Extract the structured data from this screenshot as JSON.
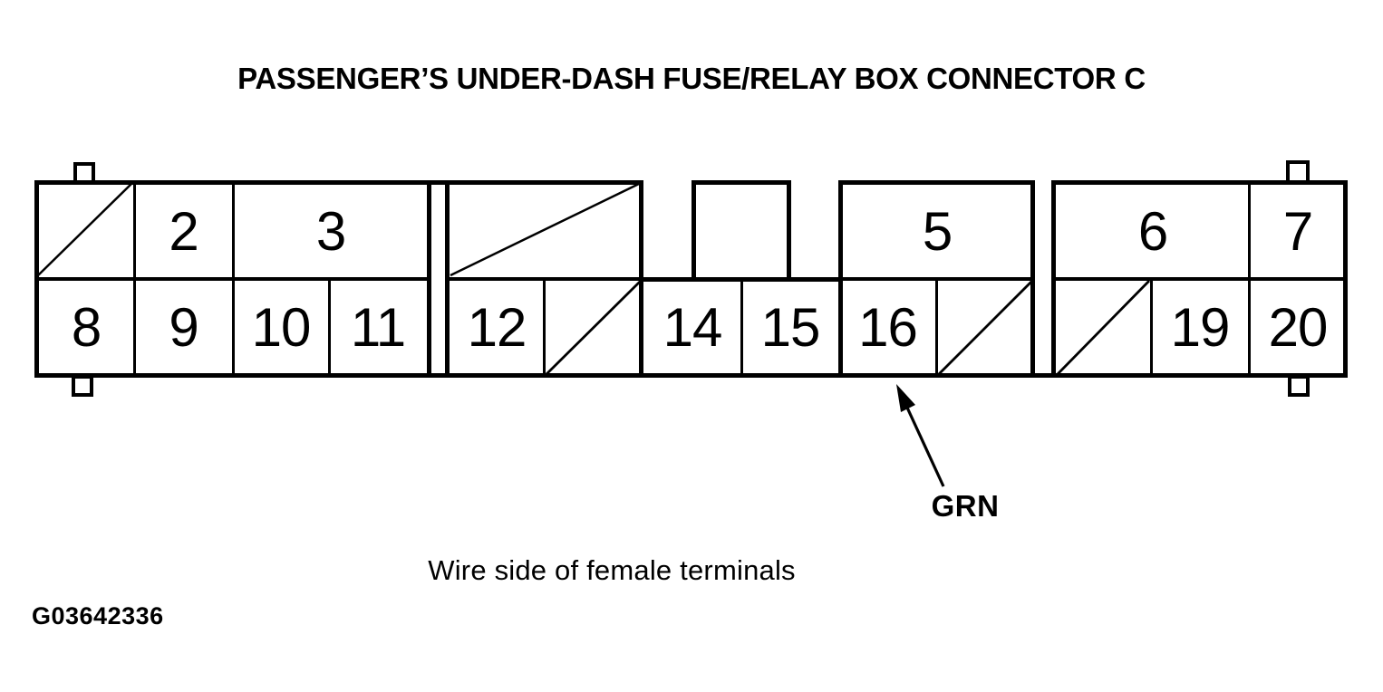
{
  "title": "PASSENGER’S UNDER-DASH FUSE/RELAY BOX CONNECTOR C",
  "caption": "Wire side of female terminals",
  "figure_id": "G03642336",
  "colors": {
    "ink": "#000000",
    "background": "#ffffff"
  },
  "connector": {
    "rows": 2,
    "labels": {
      "c2": "2",
      "c3": "3",
      "c5": "5",
      "c6": "6",
      "c7": "7",
      "c8": "8",
      "c9": "9",
      "c10": "10",
      "c11": "11",
      "c12": "12",
      "c14": "14",
      "c15": "15",
      "c16": "16",
      "c19": "19",
      "c20": "20"
    },
    "wire_callout": {
      "label": "GRN",
      "points_to_cell": "16"
    }
  }
}
